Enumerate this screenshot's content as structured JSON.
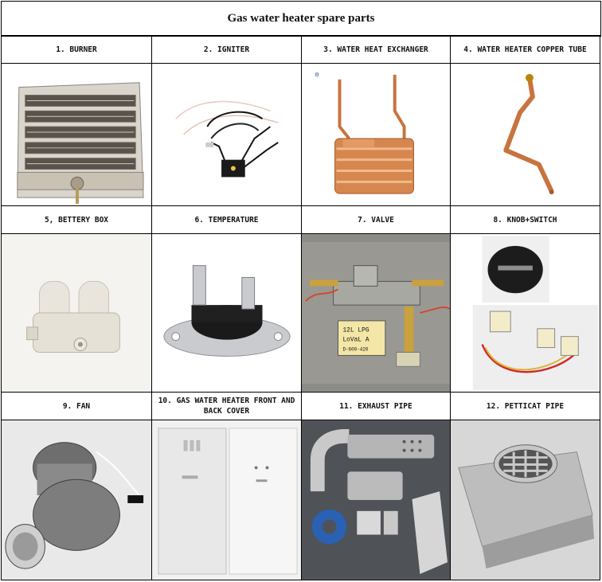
{
  "title": "Gas water heater spare parts",
  "parts": [
    {
      "label": "1. BURNER",
      "icon": "burner-icon"
    },
    {
      "label": "2. IGNITER",
      "icon": "igniter-icon"
    },
    {
      "label": "3. WATER HEAT EXCHANGER",
      "icon": "heat-exchanger-icon"
    },
    {
      "label": "4. WATER HEATER COPPER TUBE",
      "icon": "copper-tube-icon"
    },
    {
      "label": "5, BETTERY BOX",
      "icon": "battery-box-icon"
    },
    {
      "label": "6. TEMPERATURE",
      "icon": "thermostat-icon"
    },
    {
      "label": "7. VALVE",
      "icon": "valve-icon"
    },
    {
      "label": "8. KNOB+SWITCH",
      "icon": "knob-switch-icon"
    },
    {
      "label": "9. FAN",
      "icon": "fan-icon"
    },
    {
      "label": "10. GAS WATER HEATER FRONT AND BACK COVER",
      "icon": "cover-icon"
    },
    {
      "label": "11. EXHAUST PIPE",
      "icon": "exhaust-pipe-icon"
    },
    {
      "label": "12. PETTICAT PIPE",
      "icon": "petticat-pipe-icon"
    }
  ],
  "valve_label": {
    "line1": "12L LPG",
    "line2": "LoVaL A",
    "line3": "D-600-420"
  },
  "colors": {
    "copper": "#c8743e",
    "border": "#000000"
  }
}
